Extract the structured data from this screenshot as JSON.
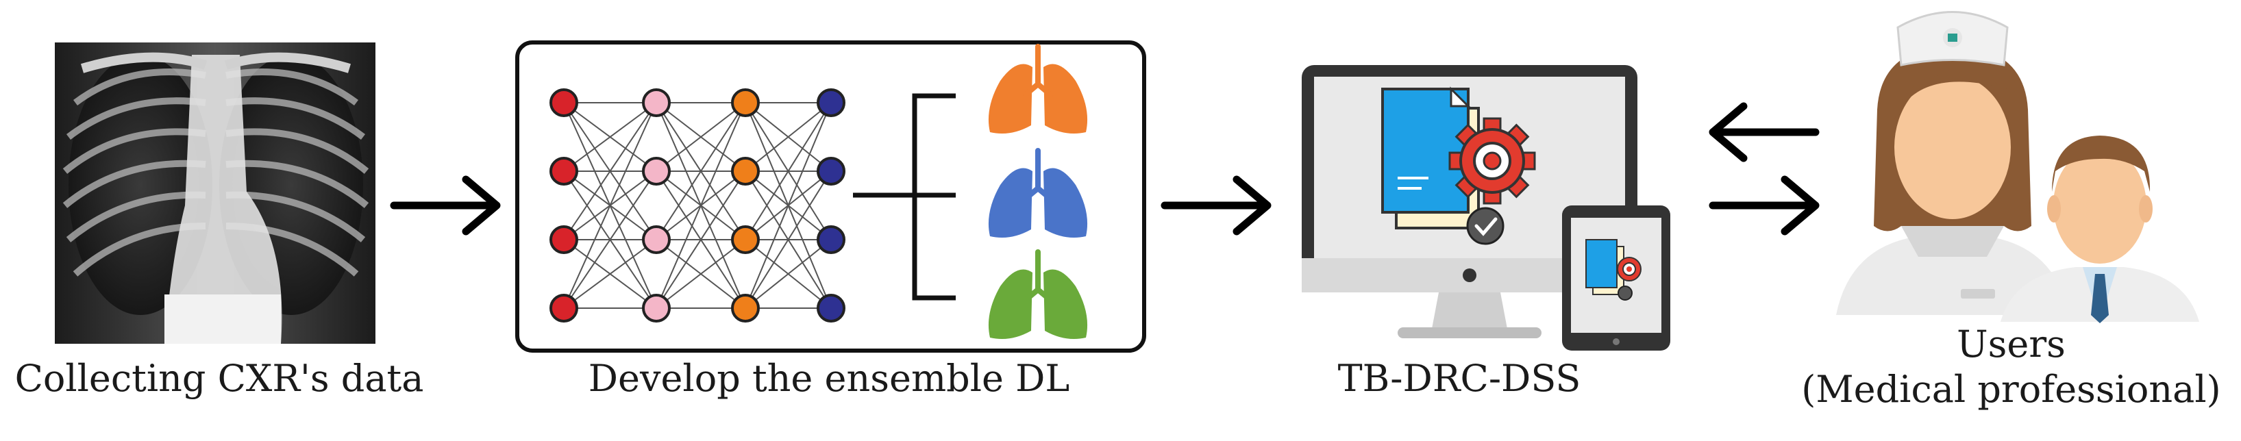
{
  "stages": {
    "cxr": {
      "caption": "Collecting CXR's data"
    },
    "dl": {
      "caption": "Develop the ensemble DL"
    },
    "dss": {
      "caption": "TB-DRC-DSS"
    },
    "users": {
      "caption_line1": "Users",
      "caption_line2": "(Medical professional)"
    }
  },
  "colors": {
    "layer1": "#d8232a",
    "layer2": "#f4b6c8",
    "layer3": "#ef7f1a",
    "layer4": "#2e3192",
    "lung_orange": "#f07f2e",
    "lung_blue": "#4a74c9",
    "lung_green": "#6aaa3a",
    "monitor_frame": "#333333",
    "gear": "#e23b2e",
    "document": "#1ea0e6",
    "skin": "#f7c79a",
    "hair": "#8a5a34"
  },
  "icons": {
    "xray": "chest-xray-image",
    "network": "neural-network-icon",
    "lungs": "lungs-icon",
    "monitor": "desktop-monitor-icon",
    "tablet": "tablet-icon",
    "users": "medical-staff-icon"
  }
}
